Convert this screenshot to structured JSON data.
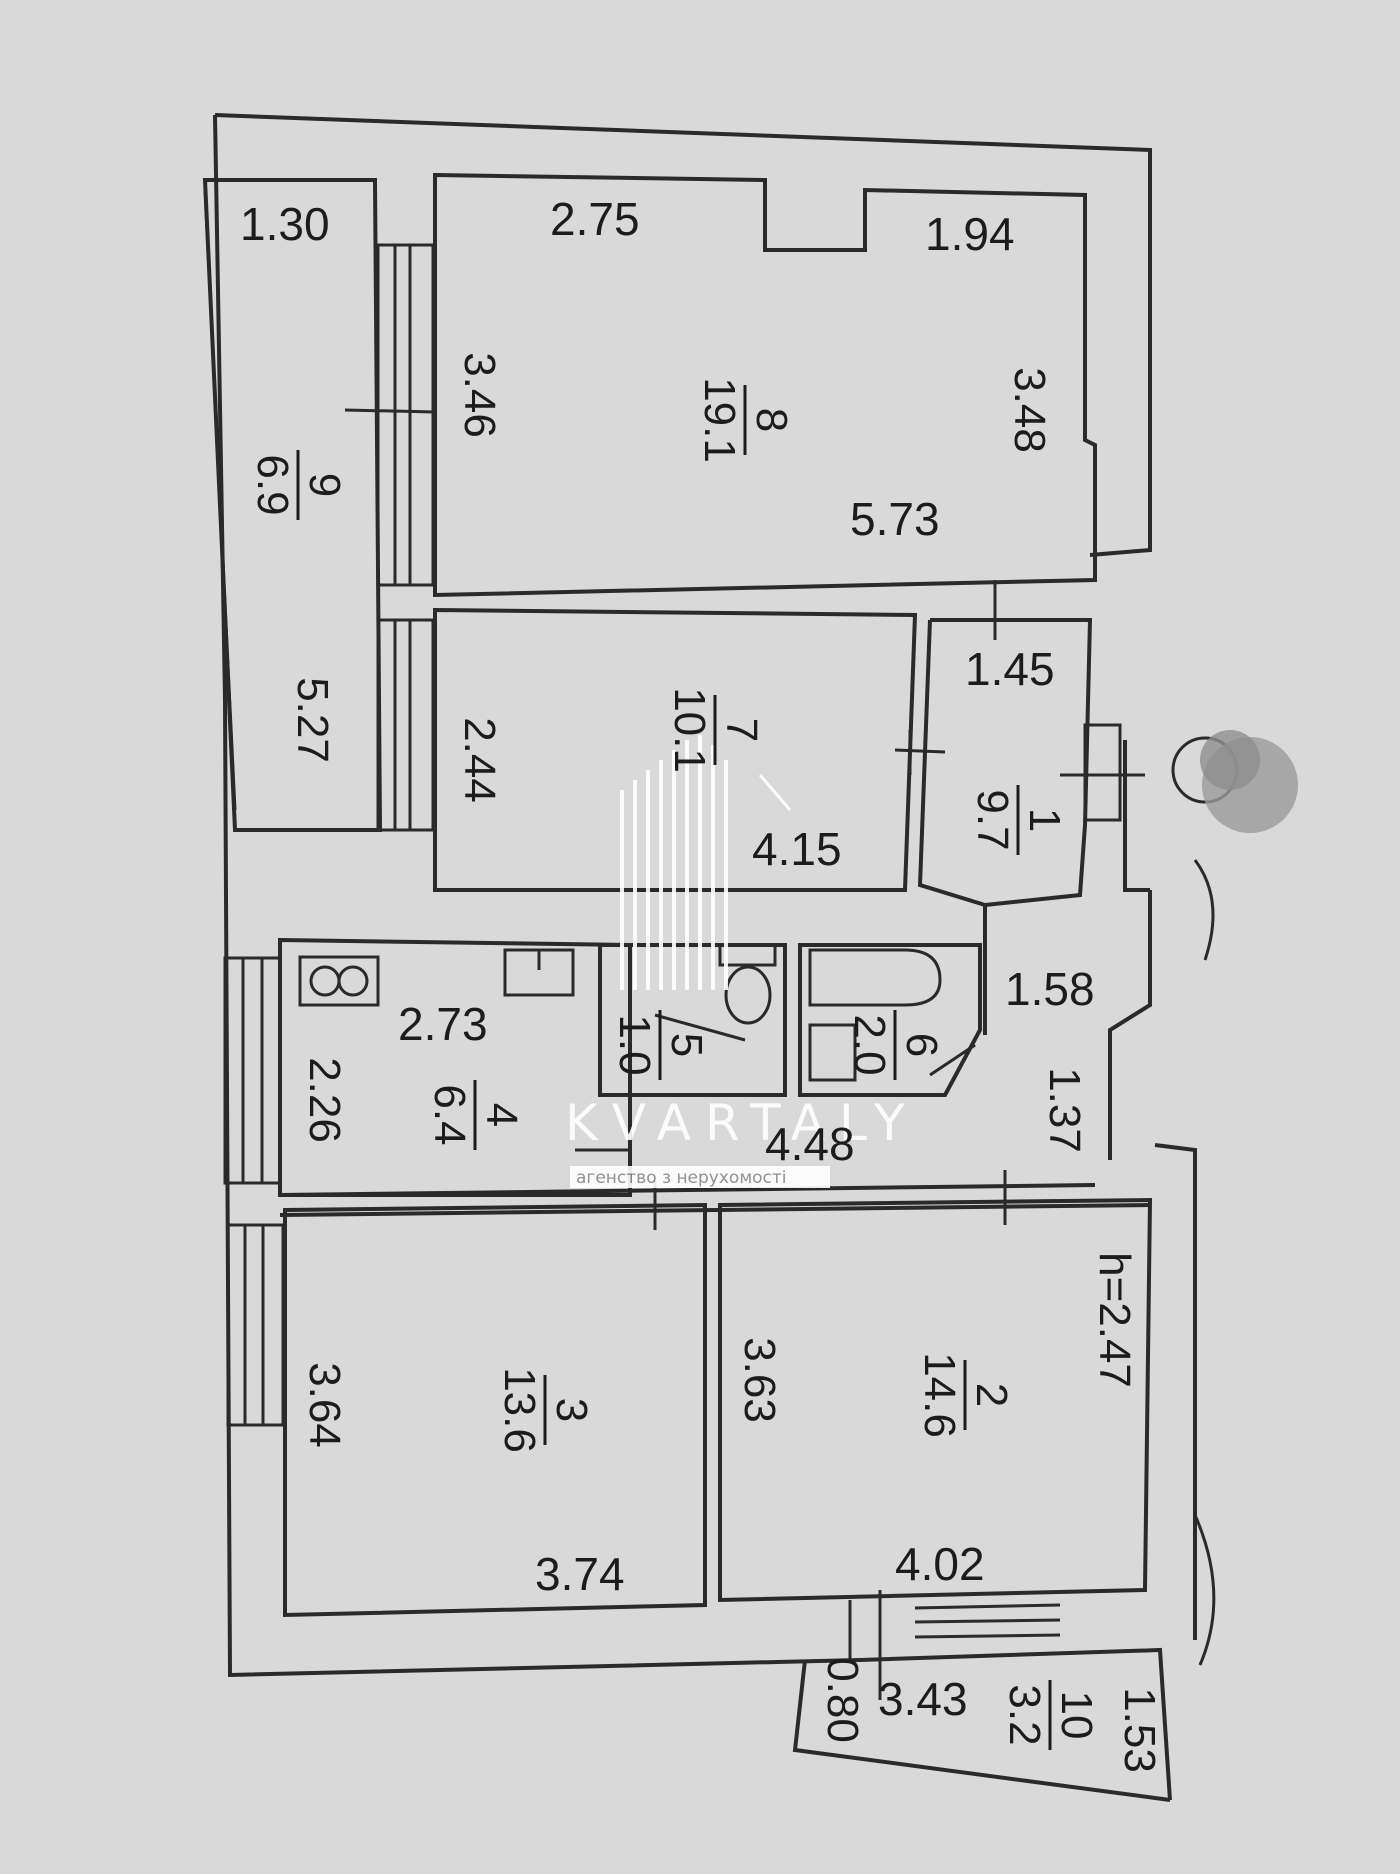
{
  "colors": {
    "background": "#d9d9d9",
    "lines": "#2a2a2a",
    "text": "#1c1c1c",
    "watermark": "#ffffff"
  },
  "rooms": {
    "r1": {
      "number": "1",
      "area": "9.7"
    },
    "r2": {
      "number": "2",
      "area": "14.6"
    },
    "r3": {
      "number": "3",
      "area": "13.6"
    },
    "r4": {
      "number": "4",
      "area": "6.4"
    },
    "r5": {
      "number": "5",
      "area": "1.0"
    },
    "r6": {
      "number": "6",
      "area": "2.0"
    },
    "r7": {
      "number": "7",
      "area": "10.1"
    },
    "r8": {
      "number": "8",
      "area": "19.1"
    },
    "r9": {
      "number": "9",
      "area": "6.9"
    },
    "r10": {
      "number": "10",
      "area": "3.2"
    }
  },
  "dimensions": {
    "d1_30": "1.30",
    "d2_75": "2.75",
    "d1_94": "1.94",
    "d3_46": "3.46",
    "d3_48": "3.48",
    "d5_73": "5.73",
    "d5_27": "5.27",
    "d2_44": "2.44",
    "d4_15": "4.15",
    "d1_45": "1.45",
    "d1_58": "1.58",
    "d2_73": "2.73",
    "d2_26": "2.26",
    "d1_37": "1.37",
    "d4_48": "4.48",
    "d3_64": "3.64",
    "d3_74": "3.74",
    "d3_63": "3.63",
    "d4_02": "4.02",
    "d0_80": "0.80",
    "d3_43": "3.43",
    "d1_53": "1.53"
  },
  "ceiling_height": "h=2.47",
  "watermark": {
    "brand": "KVARTALY",
    "subtitle": "агенство з нерухомості"
  },
  "icons": [
    "stove-icon",
    "sink-icon",
    "toilet-icon",
    "bathtub-icon",
    "washbasin-icon",
    "tree-icon"
  ]
}
